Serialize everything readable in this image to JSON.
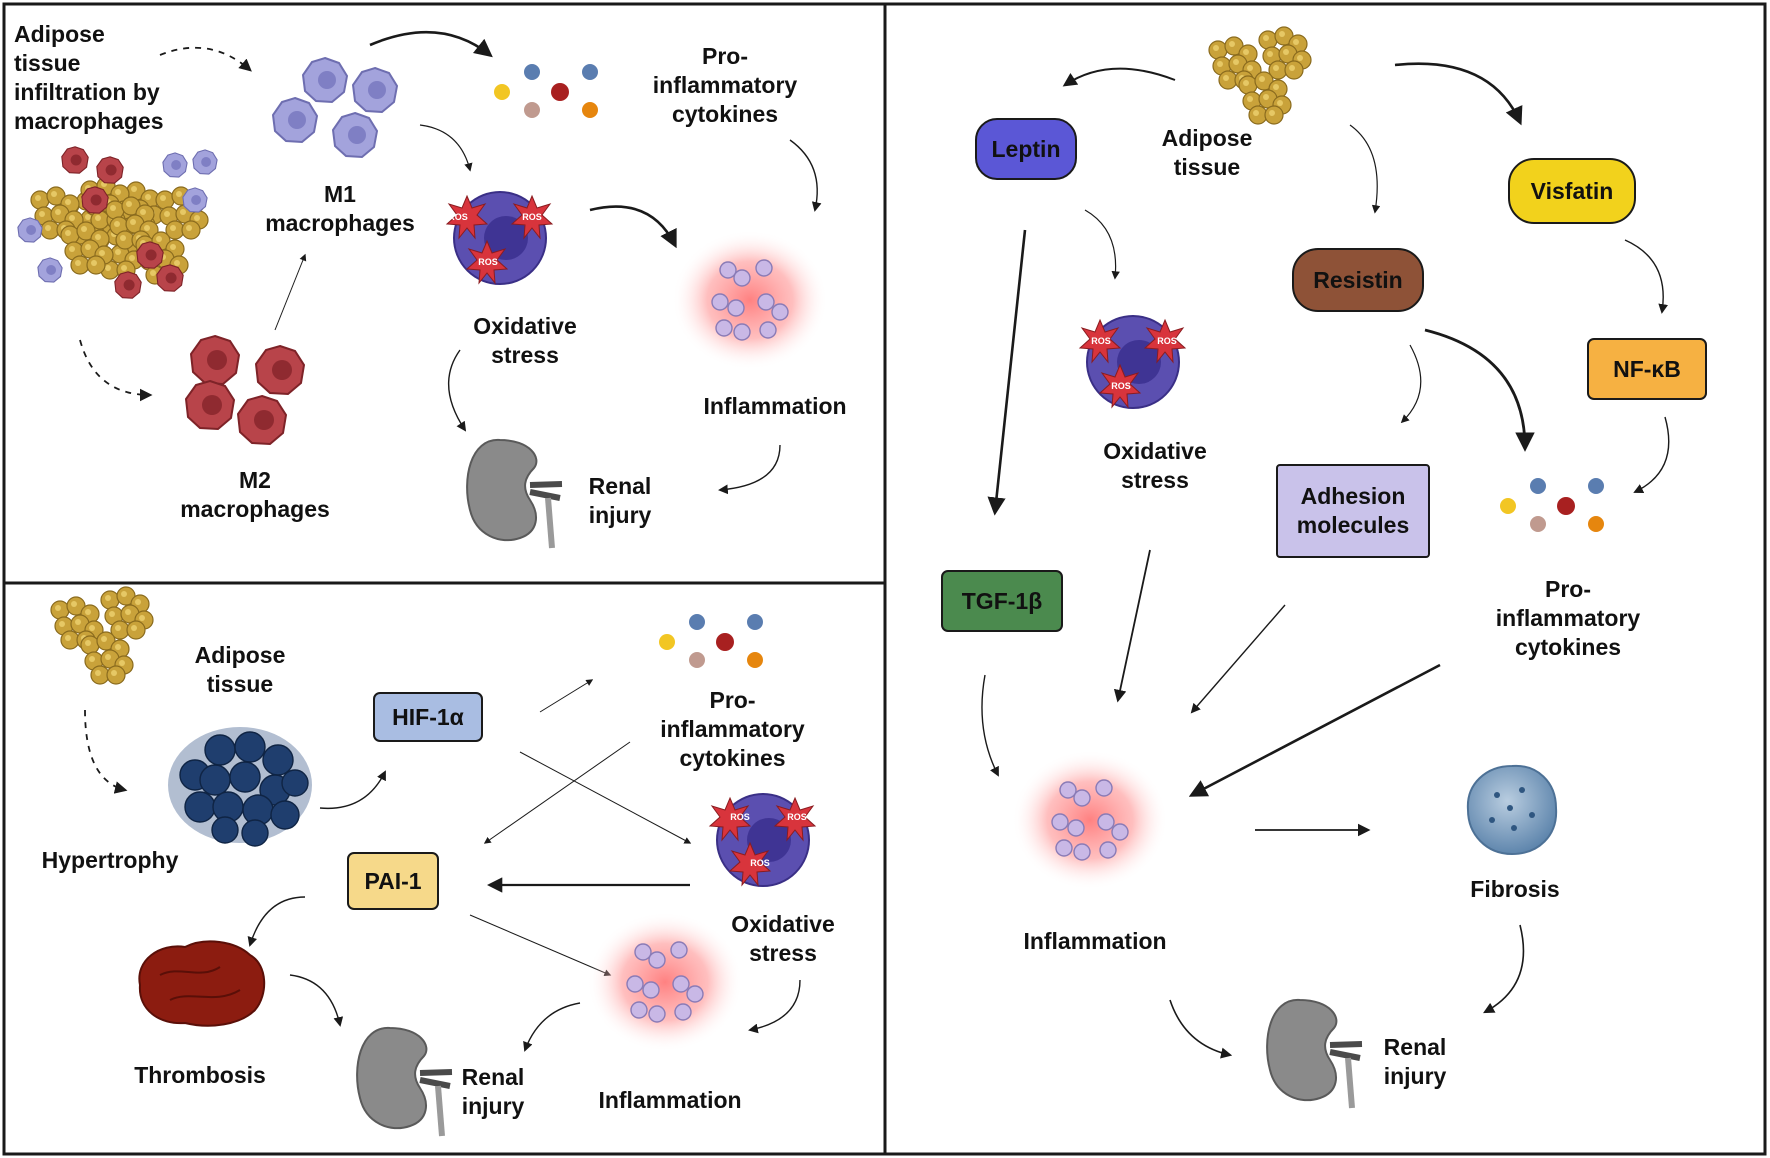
{
  "colors": {
    "border": "#1a1a1a",
    "leptin": "#5b57d6",
    "visfatin": "#f2d21c",
    "resistin": "#8e5237",
    "nfkb": "#f6b142",
    "adhesion": "#c9c2ea",
    "tgf": "#4b8a4e",
    "hif": "#a9bde2",
    "pai": "#f6d98a",
    "adipocyte": "#c9a23a",
    "m1": "#9a9ad6",
    "m2": "#a8353a",
    "hypertrophy": "#1f3e6e",
    "kidney": "#8a8a8a",
    "thrombus": "#8c1c10",
    "fibrosis": "#7b9ec0",
    "inflammation_glow": "#ff6b6b",
    "ros_star": "#d8343c",
    "cell_purple": "#5b4fb0"
  },
  "icons": [
    "adipose-tissue-icon",
    "m1-macrophage-icon",
    "m2-macrophage-icon",
    "cytokines-icon",
    "ros-cell-icon",
    "inflammation-icon",
    "kidney-icon",
    "thrombus-icon",
    "fibrosis-icon",
    "hypertrophy-icon"
  ],
  "ros_text": "ROS",
  "panel_top_left": {
    "adipose_infiltration": "Adipose\ntissue\ninfiltration by\nmacrophages",
    "m1": "M1\nmacrophages",
    "m2": "M2\nmacrophages",
    "cytokines": "Pro-\ninflammatory\ncytokines",
    "oxidative_stress": "Oxidative\nstress",
    "inflammation": "Inflammation",
    "renal_injury": "Renal\ninjury"
  },
  "panel_bottom_left": {
    "adipose_tissue": "Adipose\ntissue",
    "hypertrophy": "Hypertrophy",
    "hif": "HIF-1α",
    "pai": "PAI-1",
    "cytokines": "Pro-\ninflammatory\ncytokines",
    "oxidative_stress": "Oxidative\nstress",
    "inflammation": "Inflammation",
    "thrombosis": "Thrombosis",
    "renal_injury": "Renal\ninjury"
  },
  "panel_right": {
    "adipose_tissue": "Adipose\ntissue",
    "leptin": "Leptin",
    "visfatin": "Visfatin",
    "resistin": "Resistin",
    "nfkb": "NF-κB",
    "oxidative_stress": "Oxidative\nstress",
    "adhesion": "Adhesion\nmolecules",
    "cytokines": "Pro-\ninflammatory\ncytokines",
    "tgf": "TGF-1β",
    "inflammation": "Inflammation",
    "fibrosis": "Fibrosis",
    "renal_injury": "Renal\ninjury"
  }
}
